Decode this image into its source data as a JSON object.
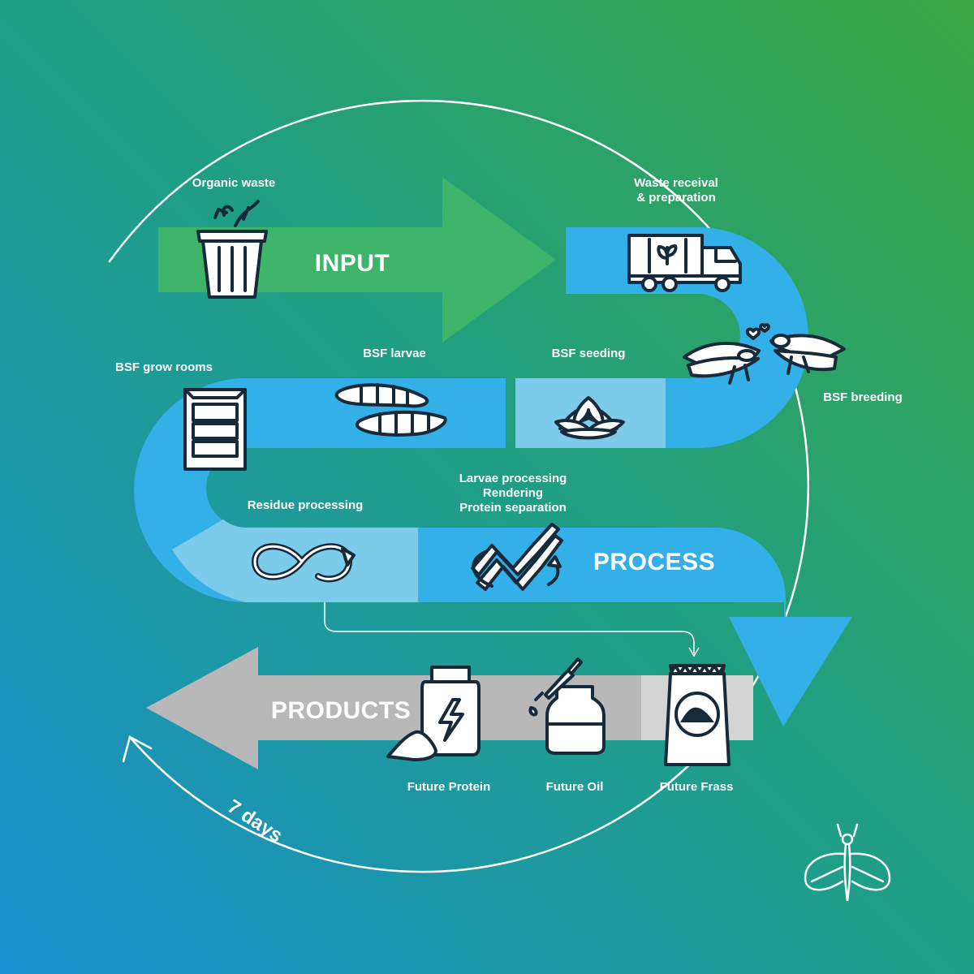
{
  "stages": {
    "input": "INPUT",
    "process": "PROCESS",
    "products": "PRODUCTS"
  },
  "steps": {
    "organic_waste": "Organic waste",
    "waste_receival_line1": "Waste receival",
    "waste_receival_line2": "& preparation",
    "bsf_breeding": "BSF breeding",
    "bsf_seeding": "BSF seeding",
    "bsf_larvae": "BSF larvae",
    "bsf_grow_rooms": "BSF grow rooms",
    "residue_processing": "Residue processing",
    "larvae_processing_line1": "Larvae processing",
    "larvae_processing_line2": "Rendering",
    "larvae_processing_line3": "Protein separation"
  },
  "products": {
    "protein": "Future Protein",
    "oil": "Future Oil",
    "frass": "Future Frass"
  },
  "cycle": {
    "duration": "7 days"
  },
  "colors": {
    "bg_top": "#2ea84c",
    "bg_bottom": "#1e93c9",
    "input_green": "#3db46a",
    "process_blue": "#34b0e8",
    "process_light": "#7dcbeb",
    "products_gray": "#b8b8b8",
    "products_light": "#d4d4d4",
    "icon_stroke": "#162a3a"
  }
}
